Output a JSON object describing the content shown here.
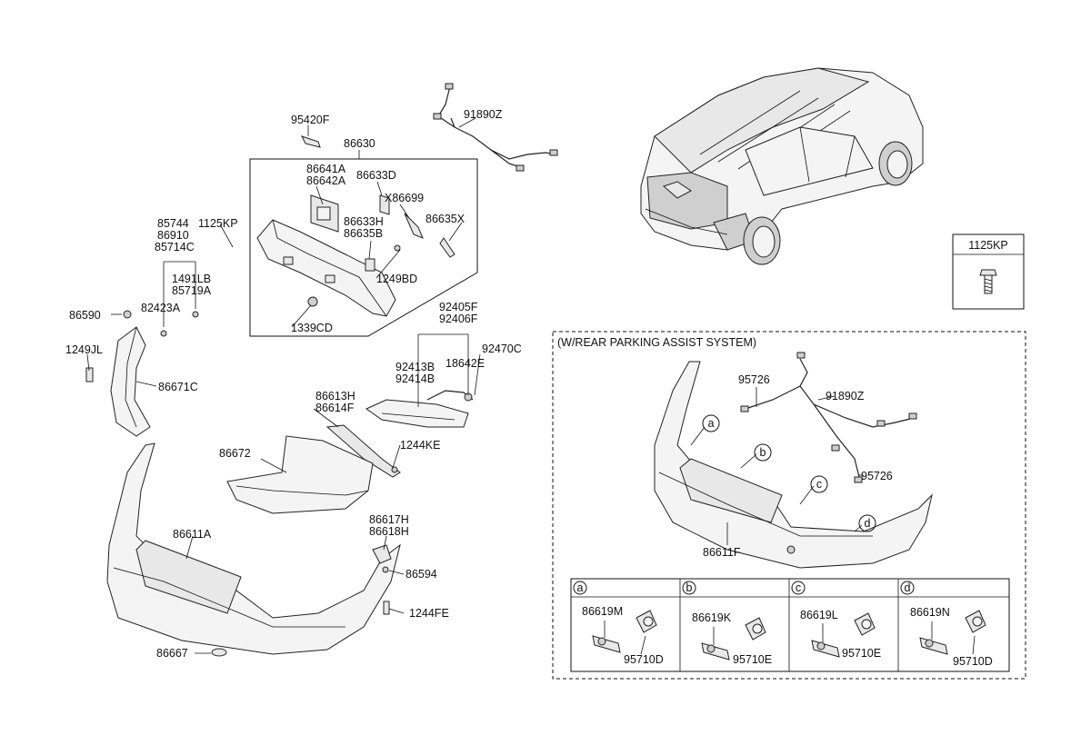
{
  "labels": {
    "p95420F": "95420F",
    "p86630": "86630",
    "p91890Z_top": "91890Z",
    "p86641A": "86641A",
    "p86642A": "86642A",
    "p86633D": "86633D",
    "pX86699": "X86699",
    "p86633H": "86633H",
    "p86635B": "86635B",
    "p86635X": "86635X",
    "p1249BD": "1249BD",
    "p1339CD": "1339CD",
    "p85744": "85744",
    "p1125KP": "1125KP",
    "p86910": "86910",
    "p85714C": "85714C",
    "p1491LB": "1491LB",
    "p85719A": "85719A",
    "p82423A": "82423A",
    "p86590": "86590",
    "p1249JL": "1249JL",
    "p86671C": "86671C",
    "p92405F": "92405F",
    "p92406F": "92406F",
    "p92470C": "92470C",
    "p92413B": "92413B",
    "p92414B": "92414B",
    "p18642E": "18642E",
    "p86613H": "86613H",
    "p86614F": "86614F",
    "p86672": "86672",
    "p1244KE": "1244KE",
    "p86617H": "86617H",
    "p86618H": "86618H",
    "p86611A": "86611A",
    "p86594": "86594",
    "p1244FE": "1244FE",
    "p86667": "86667",
    "p1125KP_box": "1125KP",
    "system_title": "(W/REAR PARKING ASSIST SYSTEM)",
    "p95726_a": "95726",
    "p91890Z_sys": "91890Z",
    "p95726_b": "95726",
    "p86611F": "86611F",
    "callout_a": "a",
    "callout_b": "b",
    "callout_c": "c",
    "callout_d": "d"
  },
  "sensor_table": [
    {
      "key": "a",
      "bracket": "86619M",
      "sensor": "95710D"
    },
    {
      "key": "b",
      "bracket": "86619K",
      "sensor": "95710E"
    },
    {
      "key": "c",
      "bracket": "86619L",
      "sensor": "95710E"
    },
    {
      "key": "d",
      "bracket": "86619N",
      "sensor": "95710D"
    }
  ]
}
